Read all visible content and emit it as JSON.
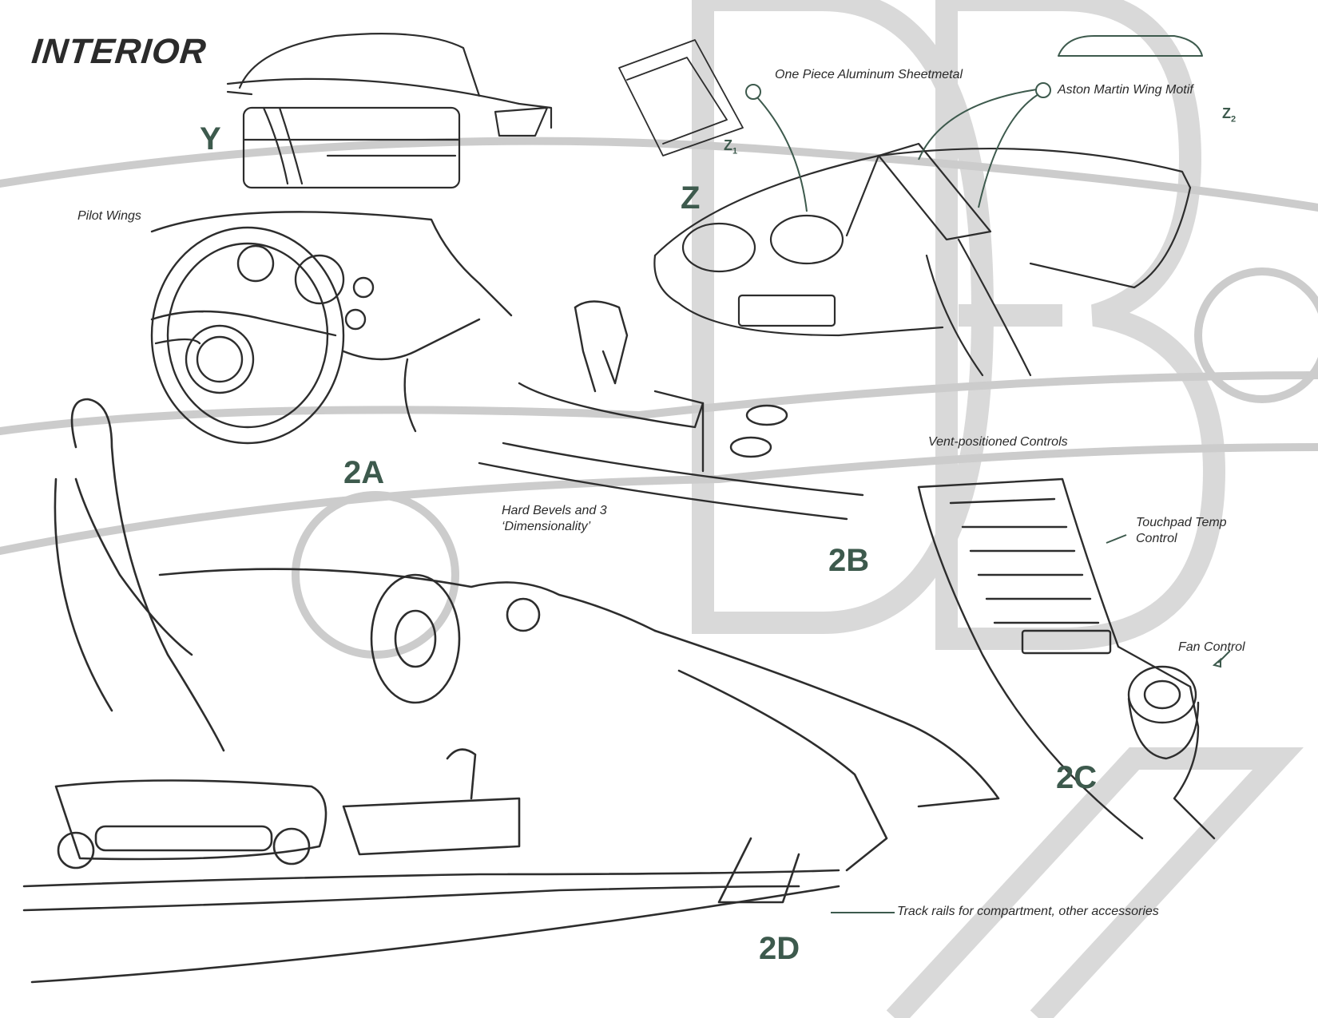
{
  "page_title": "INTERIOR",
  "sketch_labels": {
    "y": "Y",
    "z": "Z",
    "z1_letter": "Z",
    "z1_sub": "1",
    "z2_letter": "Z",
    "z2_sub": "2",
    "a2": "2A",
    "b2": "2B",
    "c2": "2C",
    "d2": "2D"
  },
  "annotations": {
    "pilot_wings": "Pilot Wings",
    "aluminum": "One Piece Aluminum Sheetmetal",
    "wing_motif": "Aston Martin Wing Motif",
    "vent_controls": "Vent-positioned Controls",
    "bevels_line1": "Hard Bevels and 3",
    "bevels_line2": "‘Dimensionality’",
    "touchpad_line1": "Touchpad Temp",
    "touchpad_line2": "Control",
    "fan_control": "Fan Control",
    "track_rails": "Track rails for compartment, other accessories"
  },
  "colors": {
    "accent_green": "#3d5a4d",
    "ink": "#2a2a2a",
    "watermark_grey": "#d6d6d6"
  }
}
